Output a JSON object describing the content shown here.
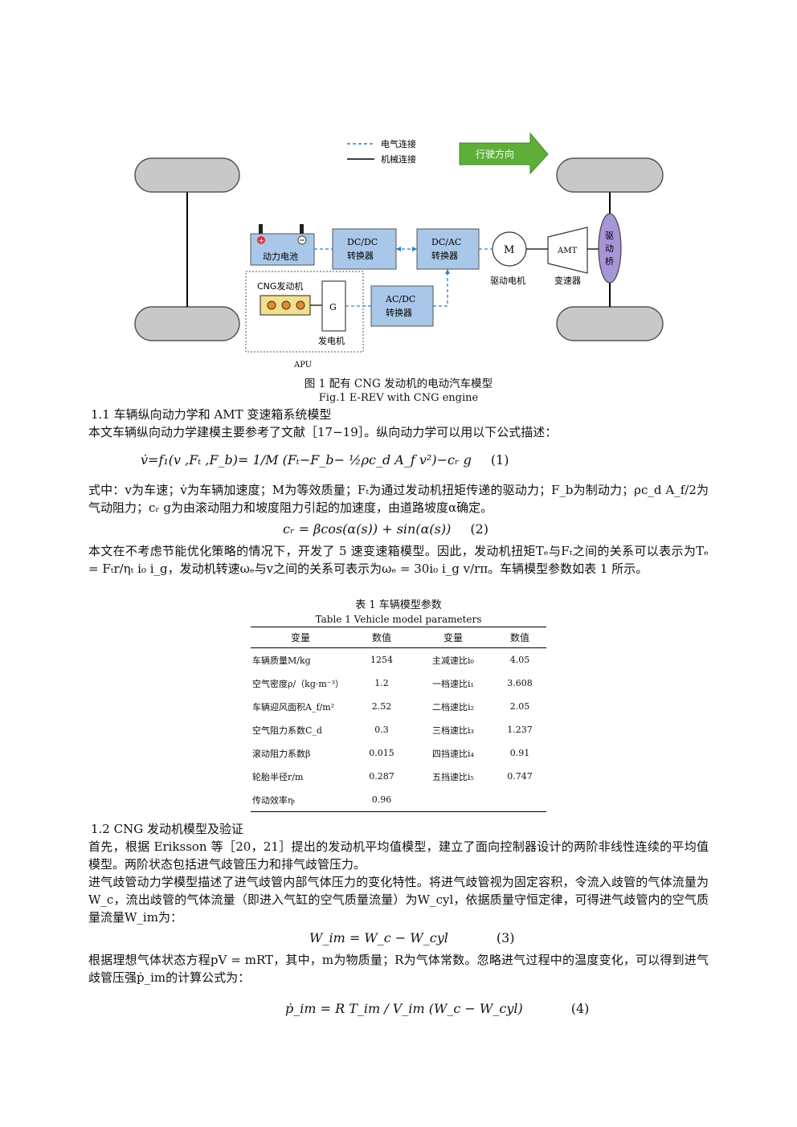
{
  "figure": {
    "legend": {
      "electric": "电气连接",
      "mechanical": "机械连接"
    },
    "direction_arrow": "行驶方向",
    "battery_label": "动力电池",
    "dcdc_label": [
      "DC/DC",
      "转换器"
    ],
    "dcac_label": [
      "DC/AC",
      "转换器"
    ],
    "acdc_label": [
      "AC/DC",
      "转换器"
    ],
    "motor_symbol": "M",
    "motor_caption": "驱动电机",
    "amt_symbol": "AMT",
    "amt_caption": "变速器",
    "axle_label": [
      "驱",
      "动",
      "桥"
    ],
    "engine_label": "CNG发动机",
    "generator_symbol": "G",
    "generator_caption": "发电机",
    "apu_label": "APU",
    "caption_cn": "图 1    配有 CNG 发动机的电动汽车模型",
    "caption_en": "Fig.1    E-REV with CNG engine"
  },
  "section_1_1": {
    "heading": "1.1    车辆纵向动力学和 AMT 变速箱系统模型",
    "para1": "本文车辆纵向动力学建模主要参考了文献［17−19］。纵向动力学可以用以下公式描述：",
    "eq1": "v̇=f₁(v ,Fₜ ,F_b)= 1/M (Fₜ−F_b− ½ρc_d A_f v²)−cᵣ g",
    "eq1_num": "(1)",
    "para2": "式中：v为车速；v̇为车辆加速度；M为等效质量；Fₜ为通过发动机扭矩传递的驱动力；F_b为制动力；ρc_d A_f/2为气动阻力；cᵣ g为由滚动阻力和坡度阻力引起的加速度，由道路坡度α确定。",
    "eq2": "cᵣ = βcos(α(s)) + sin(α(s))",
    "eq2_num": "(2)",
    "para3": "本文在不考虑节能优化策略的情况下，开发了 5 速变速箱模型。因此，发动机扭矩Tₑ与Fₜ之间的关系可以表示为Tₑ = Fₜr/ηₜ i₀ i_g，发动机转速ωₑ与v之间的关系可表示为ωₑ = 30i₀ i_g v/rπ。车辆模型参数如表 1 所示。"
  },
  "table": {
    "caption_cn": "表 1    车辆模型参数",
    "caption_en": "Table 1    Vehicle model parameters",
    "headers": [
      "变量",
      "数值",
      "变量",
      "数值"
    ],
    "rows": [
      {
        "var1": "车辆质量M/kg",
        "val1": "1254",
        "var2": "主减速比i₀",
        "val2": "4.05"
      },
      {
        "var1": "空气密度ρ/（kg·m⁻³）",
        "val1": "1.2",
        "var2": "一档速比i₁",
        "val2": "3.608"
      },
      {
        "var1": "车辆迎风面积A_f/m²",
        "val1": "2.52",
        "var2": "二档速比i₂",
        "val2": "2.05"
      },
      {
        "var1": "空气阻力系数C_d",
        "val1": "0.3",
        "var2": "三档速比i₃",
        "val2": "1.237"
      },
      {
        "var1": "滚动阻力系数β",
        "val1": "0.015",
        "var2": "四挡速比i₄",
        "val2": "0.91"
      },
      {
        "var1": "轮胎半径r/m",
        "val1": "0.287",
        "var2": "五挡速比i₅",
        "val2": "0.747"
      },
      {
        "var1": "传动效率ηₜ",
        "val1": "0.96",
        "var2": "",
        "val2": ""
      }
    ]
  },
  "section_1_2": {
    "heading": "1.2    CNG 发动机模型及验证",
    "para1": "首先，根据 Eriksson 等［20，21］提出的发动机平均值模型，建立了面向控制器设计的两阶非线性连续的平均值模型。两阶状态包括进气歧管压力和排气歧管压力。",
    "para2": "进气歧管动力学模型描述了进气歧管内部气体压力的变化特性。将进气歧管视为固定容积，令流入歧管的气体流量为W_c，流出歧管的气体流量（即进入气缸的空气质量流量）为W_cyl，依据质量守恒定律，可得进气歧管内的空气质量流量W_im为：",
    "eq3": "W_im = W_c − W_cyl",
    "eq3_num": "(3)",
    "para3": "根据理想气体状态方程pV = mRT，其中，m为物质量；R为气体常数。忽略进气过程中的温度变化，可以得到进气歧管压强ṗ_im的计算公式为：",
    "eq4": "ṗ_im = R T_im / V_im (W_c − W_cyl)",
    "eq4_num": "(4)"
  }
}
